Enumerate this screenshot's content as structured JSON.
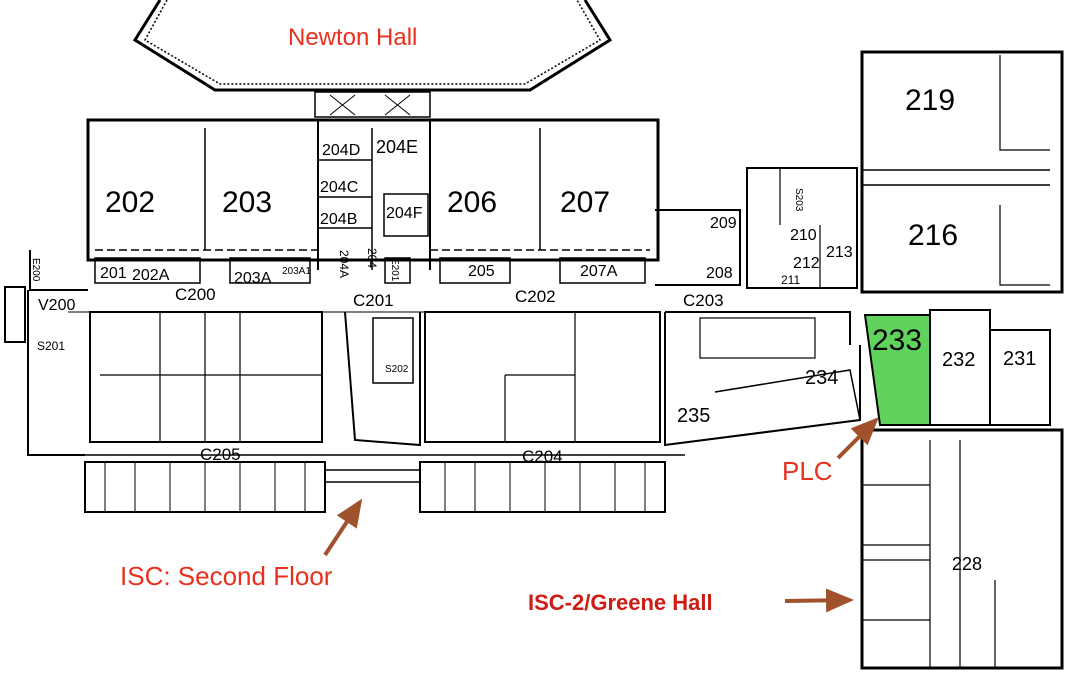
{
  "buildings": {
    "newton_hall": "Newton Hall",
    "isc_second_floor": "ISC: Second Floor",
    "plc": "PLC",
    "isc2_greene_hall": "ISC-2/Greene Hall"
  },
  "highlight": {
    "room": "233",
    "color": "#5fd35c"
  },
  "colors": {
    "label_red": "#e8311c",
    "label_dark_red": "#cc1c14",
    "arrow": "#a0522d",
    "walls": "#000000"
  },
  "rooms": {
    "r202": "202",
    "r203": "203",
    "r206": "206",
    "r207": "207",
    "r204d": "204D",
    "r204e": "204E",
    "r204c": "204C",
    "r204b": "204B",
    "r204f": "204F",
    "r204": "204",
    "r204a": "204A",
    "rE201": "E201",
    "rE200": "E200",
    "r201": "201",
    "r202a": "202A",
    "r203a": "203A",
    "r203a1": "203A1",
    "r205": "205",
    "r207a": "207A",
    "r209": "209",
    "r208": "208",
    "r210": "210",
    "r212": "212",
    "r211": "211",
    "r213": "213",
    "rS203": "S203",
    "r219": "219",
    "r216": "216",
    "r233": "233",
    "r232": "232",
    "r231": "231",
    "r234": "234",
    "r235": "235",
    "r228": "228",
    "rV200": "V200",
    "rS201": "S201",
    "rS202": "S202"
  },
  "corridors": {
    "c200": "C200",
    "c201": "C201",
    "c202": "C202",
    "c203": "C203",
    "c204": "C204",
    "c205": "C205"
  }
}
